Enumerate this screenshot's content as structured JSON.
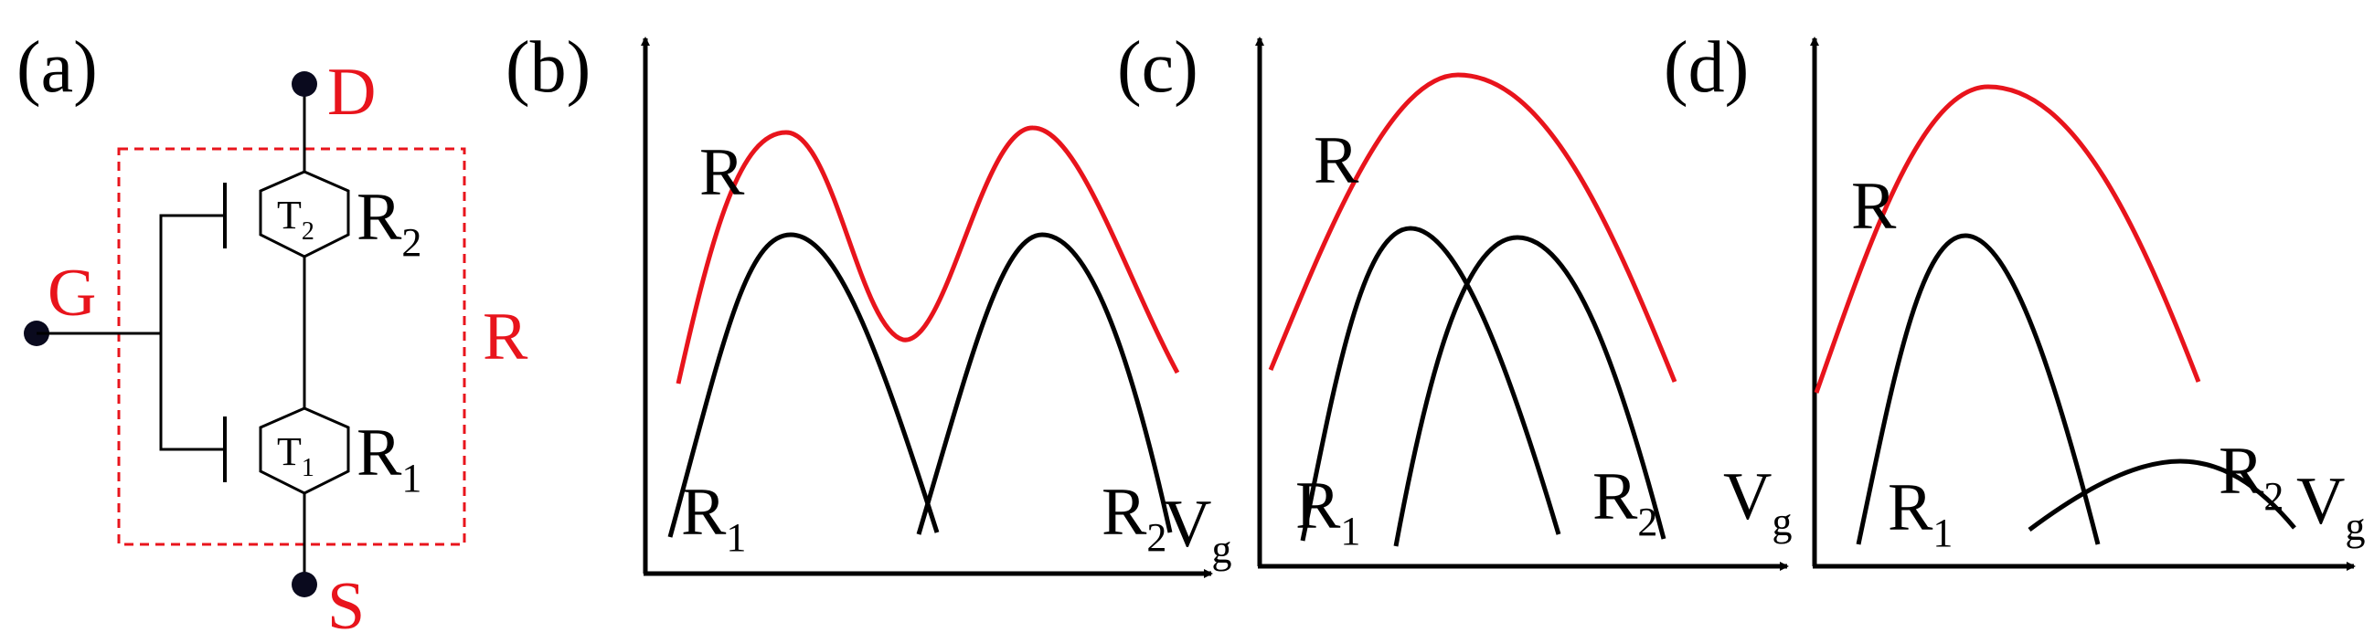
{
  "colors": {
    "ink": "#000000",
    "red": "#e8141c",
    "node": "#0a0a1e"
  },
  "circuit": {
    "panel_label": "(a)",
    "drain_label": "D",
    "gate_label": "G",
    "source_label": "S",
    "box_label": "R",
    "top_transistor": {
      "symbol": "T",
      "subscript": "2",
      "resistance": "R",
      "resistance_sub": "2"
    },
    "bottom_transistor": {
      "symbol": "T",
      "subscript": "1",
      "resistance": "R",
      "resistance_sub": "1"
    }
  },
  "graphs": [
    {
      "panel_label": "(b)",
      "total_label": "R",
      "r1_label": "R",
      "r1_sub": "1",
      "r2_label": "R",
      "r2_sub": "2",
      "x_axis_label": "V",
      "x_axis_sub": "g"
    },
    {
      "panel_label": "(c)",
      "total_label": "R",
      "r1_label": "R",
      "r1_sub": "1",
      "r2_label": "R",
      "r2_sub": "2",
      "x_axis_label": "V",
      "x_axis_sub": "g"
    },
    {
      "panel_label": "(d)",
      "total_label": "R",
      "r1_label": "R",
      "r1_sub": "1",
      "r2_label": "R",
      "r2_sub": "2",
      "x_axis_label": "V",
      "x_axis_sub": "g"
    }
  ]
}
